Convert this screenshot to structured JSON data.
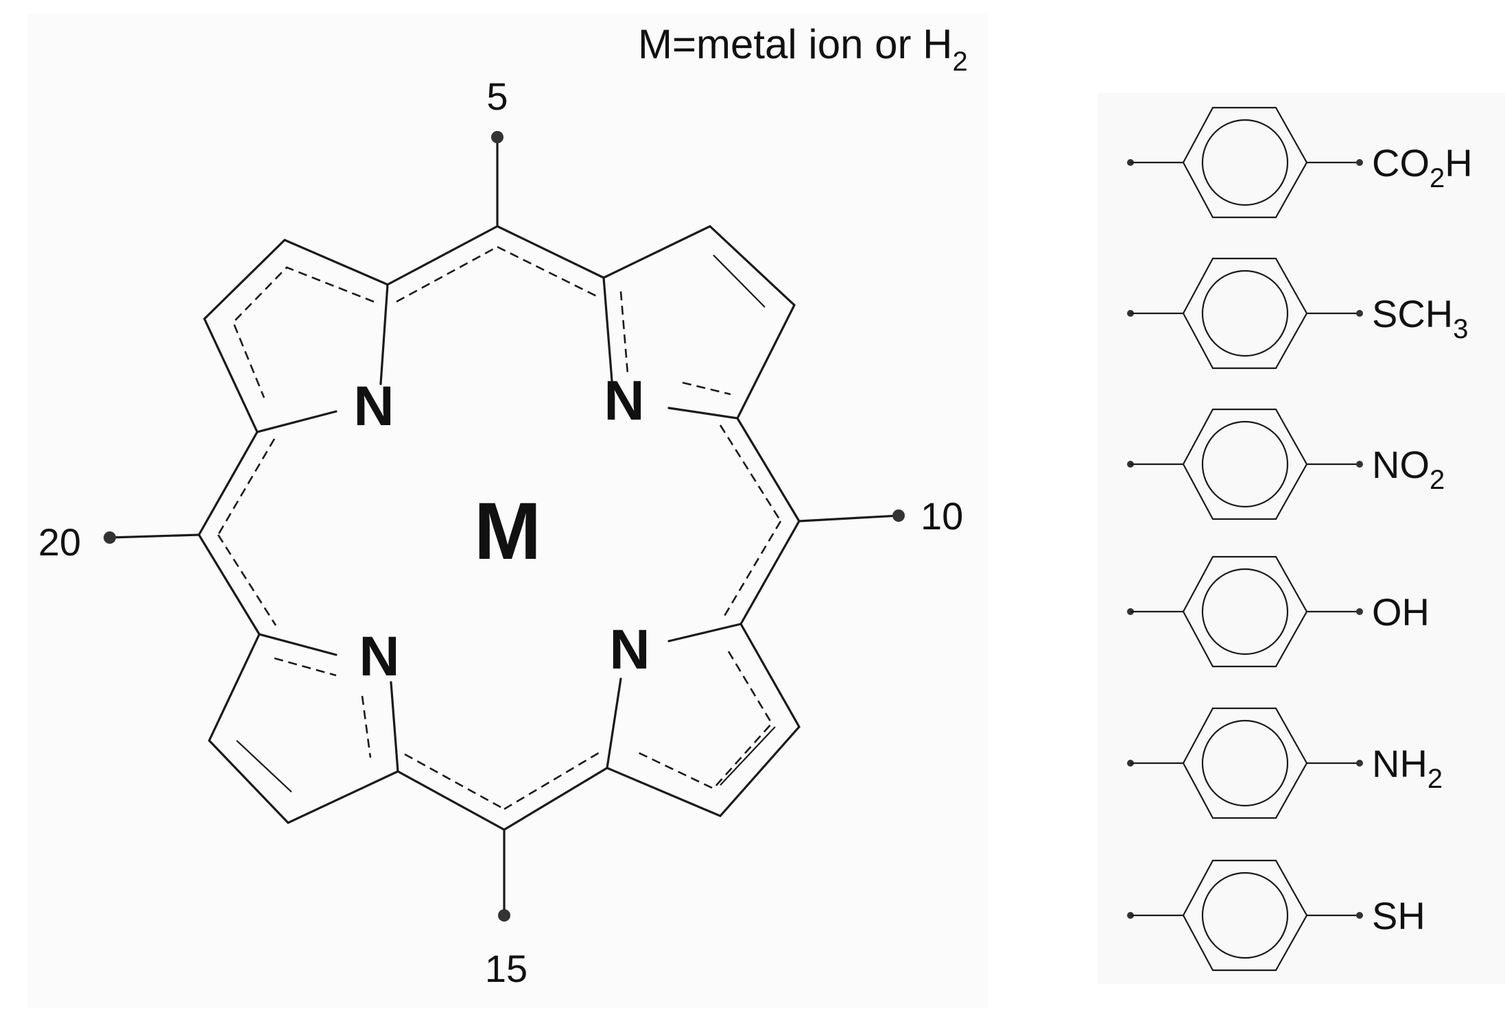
{
  "caption": {
    "prefix": "M=metal ion or H",
    "sub": "2"
  },
  "core": {
    "metal_label": "M",
    "nitrogen_label": "N",
    "positions": [
      "5",
      "10",
      "15",
      "20"
    ]
  },
  "substituents": [
    {
      "main": "CO",
      "sub": "2",
      "tail": "H"
    },
    {
      "main": "SCH",
      "sub": "3",
      "tail": ""
    },
    {
      "main": "NO",
      "sub": "2",
      "tail": ""
    },
    {
      "main": "OH",
      "sub": "",
      "tail": ""
    },
    {
      "main": "NH",
      "sub": "2",
      "tail": ""
    },
    {
      "main": "SH",
      "sub": "",
      "tail": ""
    }
  ]
}
